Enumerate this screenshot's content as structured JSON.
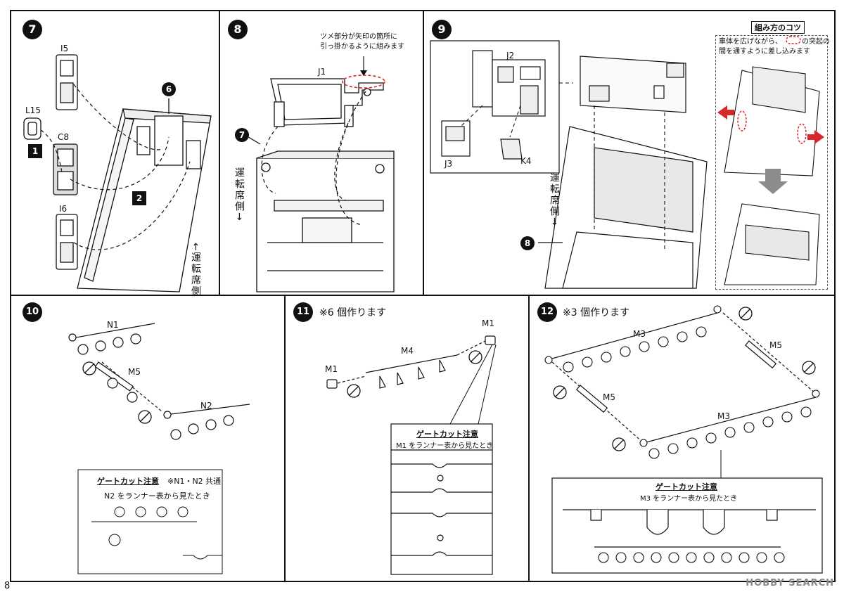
{
  "page_number": "8",
  "watermark": "HOBBY SEARCH",
  "steps": {
    "s7": {
      "number": "7",
      "parts": {
        "i5": "I5",
        "l15": "L15",
        "c8": "C8",
        "i6": "I6"
      },
      "sub1": "1",
      "sub2": "2",
      "ref_step": "6",
      "side_label": "←運転席側"
    },
    "s8": {
      "number": "8",
      "part": "J1",
      "ref_step": "7",
      "note": "ツメ部分が矢印の箇所に\n引っ掛かるように組みます",
      "side_label": "運転席側→"
    },
    "s9": {
      "number": "9",
      "parts": {
        "j2": "J2",
        "j3": "J3",
        "k4": "K4"
      },
      "ref_step": "8",
      "tip_title": "組み方のコツ",
      "tip_text_1": "車体を広げながら、",
      "tip_text_2": "の突起の",
      "tip_text_3": "間を通すように差し込みます"
    },
    "s10": {
      "number": "10",
      "parts": {
        "n1": "N1",
        "m5": "M5",
        "n2": "N2"
      },
      "gate_title": "ゲートカット注意",
      "gate_common": "※N1・N2 共通",
      "gate_sub": "N2 をランナー表から見たとき"
    },
    "s11": {
      "number": "11",
      "heading": "※6 個作ります",
      "parts": {
        "m1a": "M1",
        "m4": "M4",
        "m1b": "M1"
      },
      "gate_title": "ゲートカット注意",
      "gate_sub": "M1 をランナー表から見たとき"
    },
    "s12": {
      "number": "12",
      "heading": "※3 個作ります",
      "parts": {
        "m3a": "M3",
        "m5a": "M5",
        "m5b": "M5",
        "m3b": "M3"
      },
      "gate_title": "ゲートカット注意",
      "gate_sub": "M3 をランナー表から見たとき"
    }
  },
  "colors": {
    "ink": "#111111",
    "accent_red": "#d9262b",
    "arrow_gray": "#8c8c8c"
  }
}
